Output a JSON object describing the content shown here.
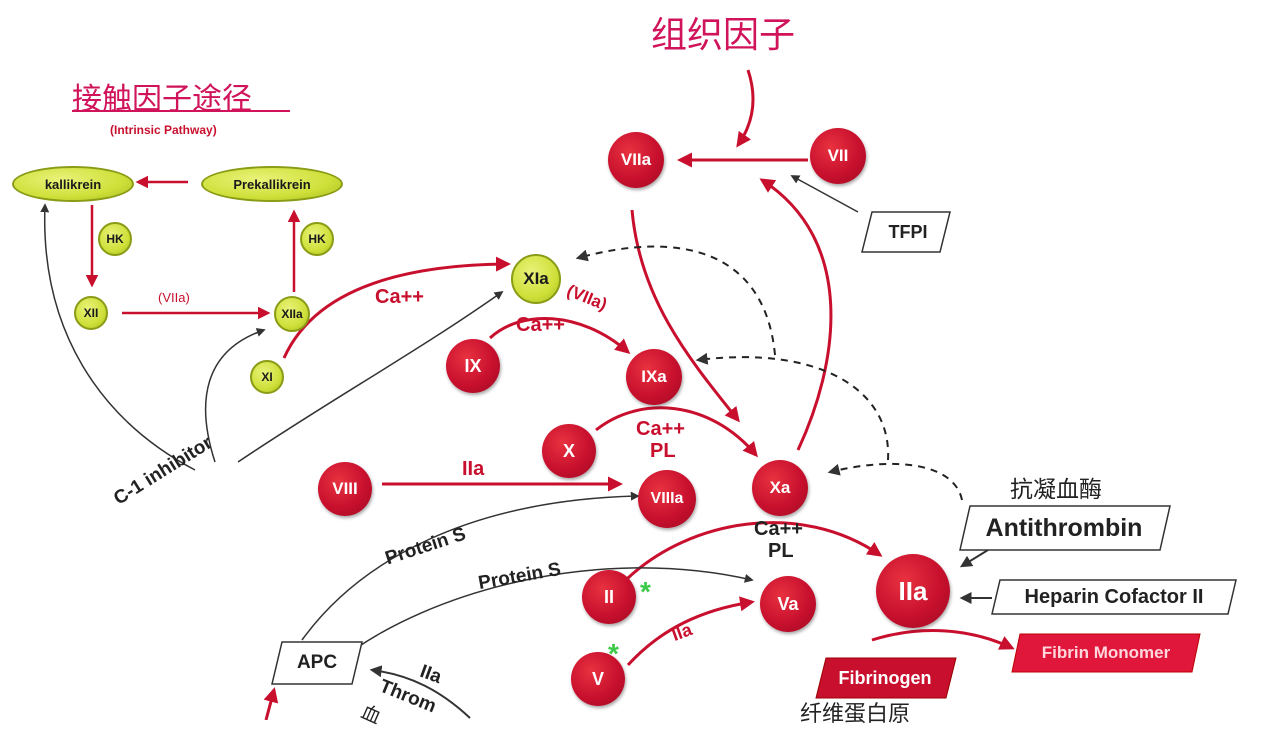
{
  "titles": {
    "tissue_factor": "组织因子",
    "contact_pathway": "接触因子途径",
    "intrinsic": "(Intrinsic Pathway)"
  },
  "ovals": {
    "kallikrein": "kallikrein",
    "prekallikrein": "Prekallikrein"
  },
  "small_nodes": {
    "hk1": "HK",
    "hk2": "HK",
    "xii": "XII",
    "xiia": "XIIa",
    "xi": "XI"
  },
  "red_nodes": {
    "viia": "VIIa",
    "vii": "VII",
    "ix": "IX",
    "ixa": "IXa",
    "x": "X",
    "xa": "Xa",
    "viii": "VIII",
    "viiia": "VIIIa",
    "ii": "II",
    "iia": "IIa",
    "va": "Va",
    "v": "V"
  },
  "xia": "XIa",
  "boxes": {
    "tfpi": "TFPI",
    "antithrombin": "Antithrombin",
    "heparin": "Heparin Cofactor II",
    "apc": "APC"
  },
  "plates": {
    "fibrin_monomer": "Fibrin Monomer",
    "fibrinogen": "Fibrinogen"
  },
  "labels": {
    "viia_small": "(VIIa)",
    "ca_xi": "Ca++",
    "viia_ix": "(VIIa)",
    "ca_ix": "Ca++",
    "ca_x": "Ca++",
    "pl_x": "PL",
    "iia_viii": "IIa",
    "ca_ii": "Ca++",
    "pl_ii": "PL",
    "iia_v": "IIa",
    "protein_s_1": "Protein S",
    "protein_s_2": "Protein S",
    "c1_inhibitor": "C-1 inhibitor",
    "antithrombin_cn": "抗凝血酶",
    "fibrinogen_cn": "纤维蛋白原",
    "iia_bottom": "IIa",
    "throm_bottom": "Throm",
    "xue_bottom": "血"
  },
  "colors": {
    "accent_red": "#c8102e",
    "title_magenta": "#d0135a",
    "node_yellow": "#cfe03a",
    "star_green": "#3cc94a"
  },
  "icons": {
    "star": "*"
  }
}
